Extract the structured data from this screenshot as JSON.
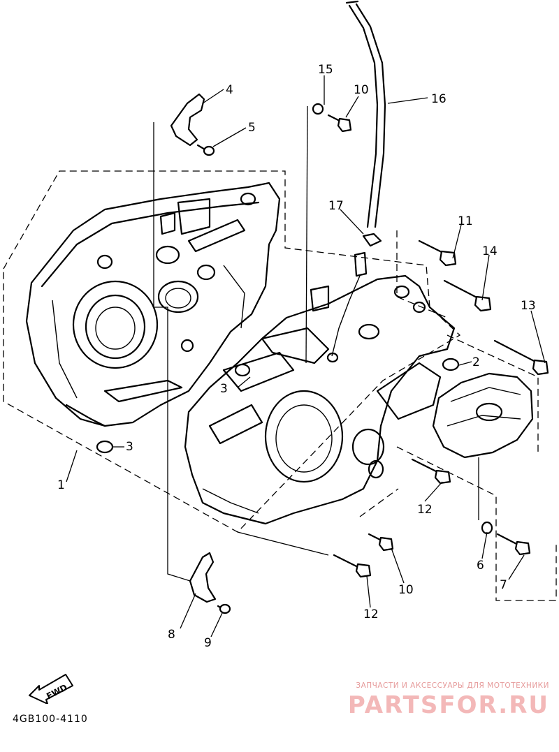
{
  "callouts": [
    {
      "id": "c1",
      "text": "1"
    },
    {
      "id": "c2",
      "text": "2"
    },
    {
      "id": "c3a",
      "text": "3"
    },
    {
      "id": "c3b",
      "text": "3"
    },
    {
      "id": "c4",
      "text": "4"
    },
    {
      "id": "c5",
      "text": "5"
    },
    {
      "id": "c6",
      "text": "6"
    },
    {
      "id": "c7",
      "text": "7"
    },
    {
      "id": "c8",
      "text": "8"
    },
    {
      "id": "c9",
      "text": "9"
    },
    {
      "id": "c10a",
      "text": "10"
    },
    {
      "id": "c10b",
      "text": "10"
    },
    {
      "id": "c11",
      "text": "11"
    },
    {
      "id": "c12a",
      "text": "12"
    },
    {
      "id": "c12b",
      "text": "12"
    },
    {
      "id": "c13",
      "text": "13"
    },
    {
      "id": "c14",
      "text": "14"
    },
    {
      "id": "c15",
      "text": "15"
    },
    {
      "id": "c16",
      "text": "16"
    },
    {
      "id": "c17",
      "text": "17"
    }
  ],
  "fwd_label": "FWD",
  "diagram_code": "4GB100-4110",
  "watermark": {
    "tagline": "ЗАПЧАСТИ И АКСЕССУАРЫ ДЛЯ МОТОТЕХНИКИ",
    "brand": "PARTSFOR.RU",
    "color": "#f3b8b8"
  }
}
